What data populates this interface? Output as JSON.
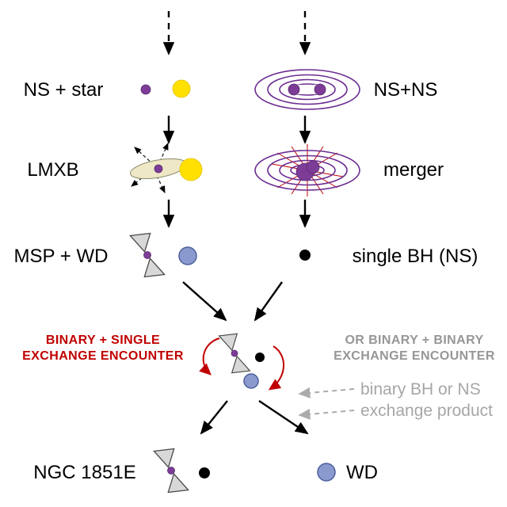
{
  "diagram": {
    "stage1": {
      "left_label": "NS + star",
      "right_label": "NS+NS"
    },
    "stage2": {
      "left_label": "LMXB",
      "right_label": "merger"
    },
    "stage3": {
      "left_label": "MSP + WD",
      "right_label": "single BH (NS)"
    },
    "encounter": {
      "left_line1": "BINARY + SINGLE",
      "left_line2": "EXCHANGE ENCOUNTER",
      "right_line1": "OR BINARY + BINARY",
      "right_line2": "EXCHANGE ENCOUNTER",
      "note_line1": "binary BH or NS",
      "note_line2": "exchange product"
    },
    "result": {
      "left_label": "NGC 1851E",
      "right_label": "WD"
    }
  },
  "icons": {
    "pulsar": "pulsar-beams-icon",
    "white_dwarf": "white-dwarf-icon",
    "neutron_star": "neutron-star-dot-icon",
    "black_hole": "black-hole-dot-icon",
    "companion_star": "yellow-star-icon",
    "accretion_disk": "accretion-disk-icon",
    "binary_orbit": "orbit-ellipses-icon",
    "merger_burst": "gw-burst-icon",
    "flow_arrow": "down-arrow-icon",
    "exchange_arrows": "red-curved-arrows-icon"
  },
  "colors": {
    "purple": "#7D3C98",
    "orbit_purple": "#6C2D91",
    "star_yellow": "#FFE000",
    "disk_yellow": "#EEE8C6",
    "red_accent": "#C00000",
    "gray_bold_text": "#969696",
    "gray_note_text": "#A6A6A6",
    "wd_blue": "#8A99CE",
    "black": "#000000"
  }
}
